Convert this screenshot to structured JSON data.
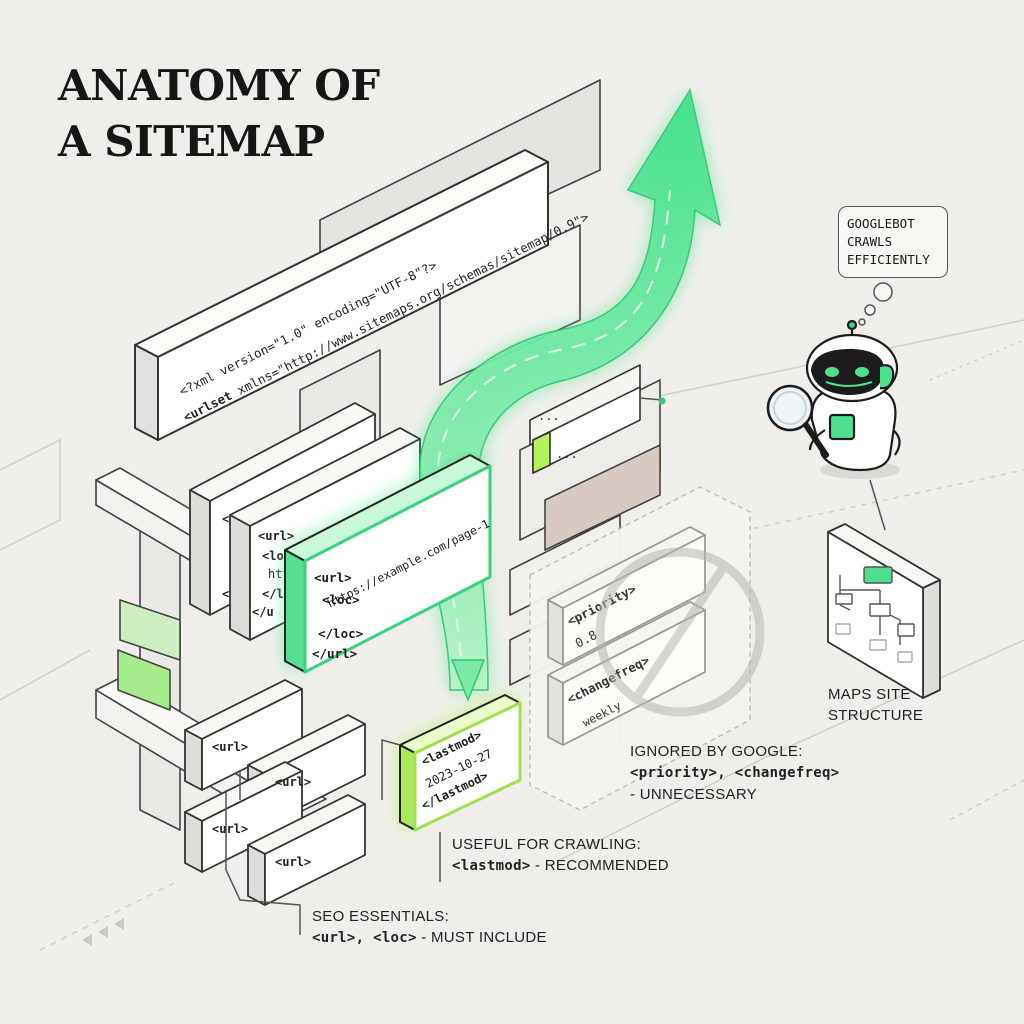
{
  "title": {
    "line1": "ANATOMY OF",
    "line2": "A SITEMAP"
  },
  "xml_header": {
    "line1": "<?xml version=\"1.0\" encoding=\"UTF-8\"?>",
    "line2_tag": "<urlset",
    "line2_rest": " xmlns=\"http://www.sitemaps.org/schemas/sitemap/0.9\">"
  },
  "url_card_featured": {
    "open": "<url>",
    "loc_open": "<loc>",
    "loc_value": "https://example.com/page-1",
    "loc_close": "</loc>",
    "close": "</url>"
  },
  "url_card_partial_a": {
    "l1": "<url>",
    "l2": "<",
    "l3": "h",
    "l4": "</",
    "l5": "</u"
  },
  "url_card_partial_b": {
    "l1": "<url>",
    "l2": "<loc",
    "l3": "htt",
    "l4": "</lo",
    "l5": "</u"
  },
  "lastmod_card": {
    "open": "<lastmod>",
    "value": "2023-10-27",
    "close": "</lastmod>"
  },
  "ignored_cards": {
    "priority_tag": "<priority>",
    "priority_value": "0.8",
    "changefreq_tag": "<changefreq>",
    "changefreq_value": "weekly"
  },
  "small_url_tags": [
    "<url>",
    "<url>",
    "<url>",
    "<url>"
  ],
  "ellipsis": [
    "...",
    "..."
  ],
  "thought_bubble": [
    "GOOGLEBOT",
    "CRAWLS",
    "EFFICIENTLY"
  ],
  "maps_label": {
    "line1": "MAPS SITE",
    "line2": "STRUCTURE"
  },
  "ignored_label": {
    "heading": "IGNORED BY GOOGLE:",
    "tags": "<priority>, <changefreq>",
    "note": "- UNNECESSARY"
  },
  "useful_label": {
    "heading": "USEFUL FOR CRAWLING:",
    "tag": "<lastmod>",
    "note": " - RECOMMENDED"
  },
  "essentials_label": {
    "heading": "SEO ESSENTIALS:",
    "tags": "<url>, <loc>",
    "note": " - MUST INCLUDE"
  },
  "colors": {
    "accent_green": "#4fe08f",
    "lime": "#b6f05c",
    "ink": "#1b1b1b",
    "background": "#efeeea"
  },
  "icons": [
    "magnifying-glass-icon",
    "robot-icon",
    "sitemap-tree-icon",
    "prohibited-icon",
    "upward-arrow-icon"
  ]
}
